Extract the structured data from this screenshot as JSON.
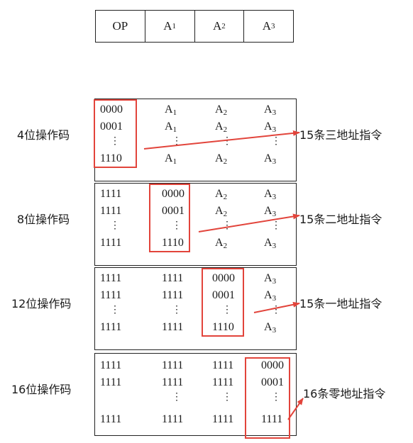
{
  "format": {
    "fields": [
      {
        "main": "OP",
        "sub": ""
      },
      {
        "main": "A",
        "sub": "1"
      },
      {
        "main": "A",
        "sub": "2"
      },
      {
        "main": "A",
        "sub": "3"
      }
    ]
  },
  "groups": [
    {
      "label": "4位操作码",
      "result": "15条三地址指令",
      "rows": [
        [
          "0000",
          "A|1",
          "A|2",
          "A|3"
        ],
        [
          "0001",
          "A|1",
          "A|2",
          "A|3"
        ],
        [
          "⋮",
          "⋮",
          "⋮",
          "⋮"
        ],
        [
          "1110",
          "A|1",
          "A|2",
          "A|3"
        ]
      ]
    },
    {
      "label": "8位操作码",
      "result": "15条二地址指令",
      "rows": [
        [
          "1111",
          "0000",
          "A|2",
          "A|3"
        ],
        [
          "1111",
          "0001",
          "A|2",
          "A|3"
        ],
        [
          "⋮",
          "⋮",
          "⋮",
          "⋮"
        ],
        [
          "1111",
          "1110",
          "A|2",
          "A|3"
        ]
      ]
    },
    {
      "label": "12位操作码",
      "result": "15条一地址指令",
      "rows": [
        [
          "1111",
          "1111",
          "0000",
          "A|3"
        ],
        [
          "1111",
          "1111",
          "0001",
          "A|3"
        ],
        [
          "⋮",
          "⋮",
          "⋮",
          "⋮"
        ],
        [
          "1111",
          "1111",
          "1110",
          "A|3"
        ]
      ]
    },
    {
      "label": "16位操作码",
      "result": "16条零地址指令",
      "rows": [
        [
          "1111",
          "1111",
          "1111",
          "0000"
        ],
        [
          "1111",
          "1111",
          "1111",
          "0001"
        ],
        [
          "",
          "⋮",
          "⋮",
          "⋮"
        ],
        [
          "1111",
          "1111",
          "1111",
          "1111"
        ]
      ]
    }
  ],
  "colors": {
    "highlight": "#e2443b",
    "border": "#222222"
  }
}
